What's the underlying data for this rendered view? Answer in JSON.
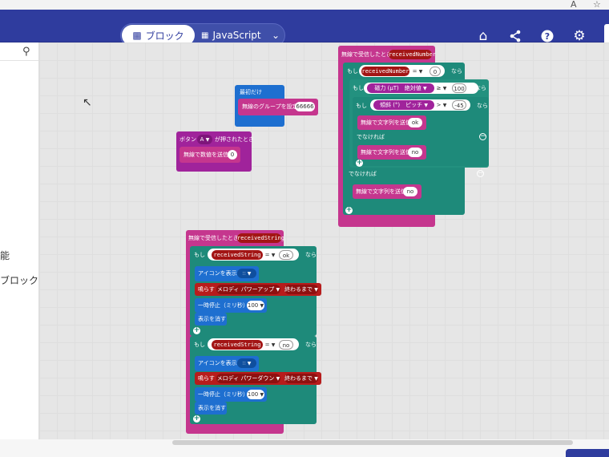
{
  "browser": {
    "icons": [
      "A",
      "☆"
    ]
  },
  "toolbar": {
    "blocks_tab": "ブロック",
    "javascript_tab": "JavaScript",
    "icons": [
      "home-icon",
      "share-icon",
      "help-icon",
      "gear-icon"
    ]
  },
  "sidebar": {
    "items": [
      {
        "label": "能"
      },
      {
        "label": "ブロック"
      }
    ]
  },
  "blocks": {
    "on_start": {
      "header": "最初だけ",
      "set_group_label": "無線のグループを設定",
      "set_group_value": "66666"
    },
    "button_a": {
      "header_prefix": "ボタン",
      "button_name": "A",
      "header_suffix": "が押されたとき",
      "send_number_label": "無線で数値を送信",
      "send_number_value": "0"
    },
    "received_number": {
      "header": "無線で受信したとき",
      "variable": "receivedNumber",
      "if1_label": "もし",
      "if1_var": "receivedNumber",
      "if1_op": "=",
      "if1_value": "0",
      "then_label": "なら",
      "if2_label": "もし",
      "if2_sensor": "磁力 (µT)　絶対値",
      "if2_op": "≥",
      "if2_value": "100",
      "if3_label": "もし",
      "if3_sensor": "傾斜 (°)　ピッチ",
      "if3_op": ">",
      "if3_value": "-45",
      "send_string_label": "無線で文字列を送信",
      "send_ok": "ok",
      "else_label": "でなければ",
      "send_no": "no"
    },
    "received_string": {
      "header": "無線で受信したとき",
      "variable": "receivedString",
      "if_label": "もし",
      "op": "=",
      "value_ok": "ok",
      "value_no": "no",
      "then_label": "なら",
      "show_icon_label": "アイコンを表示",
      "play_label": "鳴らす",
      "melody_up": "メロディ パワーアップ",
      "melody_down": "メロディ パワーダウン",
      "until_done": "終わるまで",
      "pause_label": "一時停止（ミリ秒）",
      "pause_value": "100",
      "clear_label": "表示を消す"
    }
  }
}
